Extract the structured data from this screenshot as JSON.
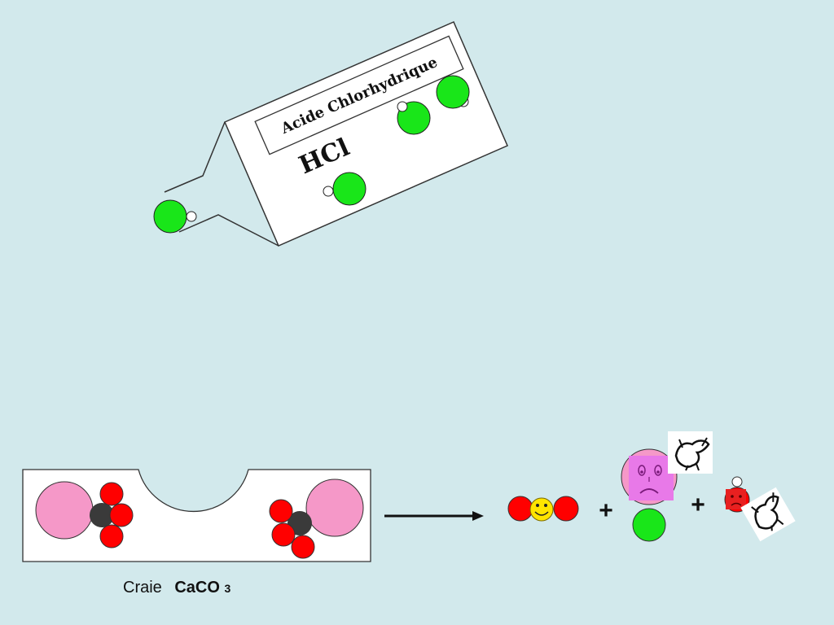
{
  "bottle": {
    "label_title": "Acide Chlorhydrique",
    "formula": "HCl"
  },
  "chalk": {
    "name": "Craie",
    "formula_main": "CaCO",
    "formula_sub": "3"
  },
  "reaction": {
    "plus_1": "+",
    "plus_2": "+"
  },
  "colors": {
    "background": "#d2e9ec",
    "chlorine": "#19e619",
    "oxygen": "#ff0000",
    "carbon": "#3a3a3a",
    "calcium": "#f598c8",
    "hydrogen": "#ffffff"
  },
  "icons": [
    "smiley-face-icon",
    "sad-face-icon",
    "sad-face-small-icon",
    "cow-sketch-icon"
  ]
}
